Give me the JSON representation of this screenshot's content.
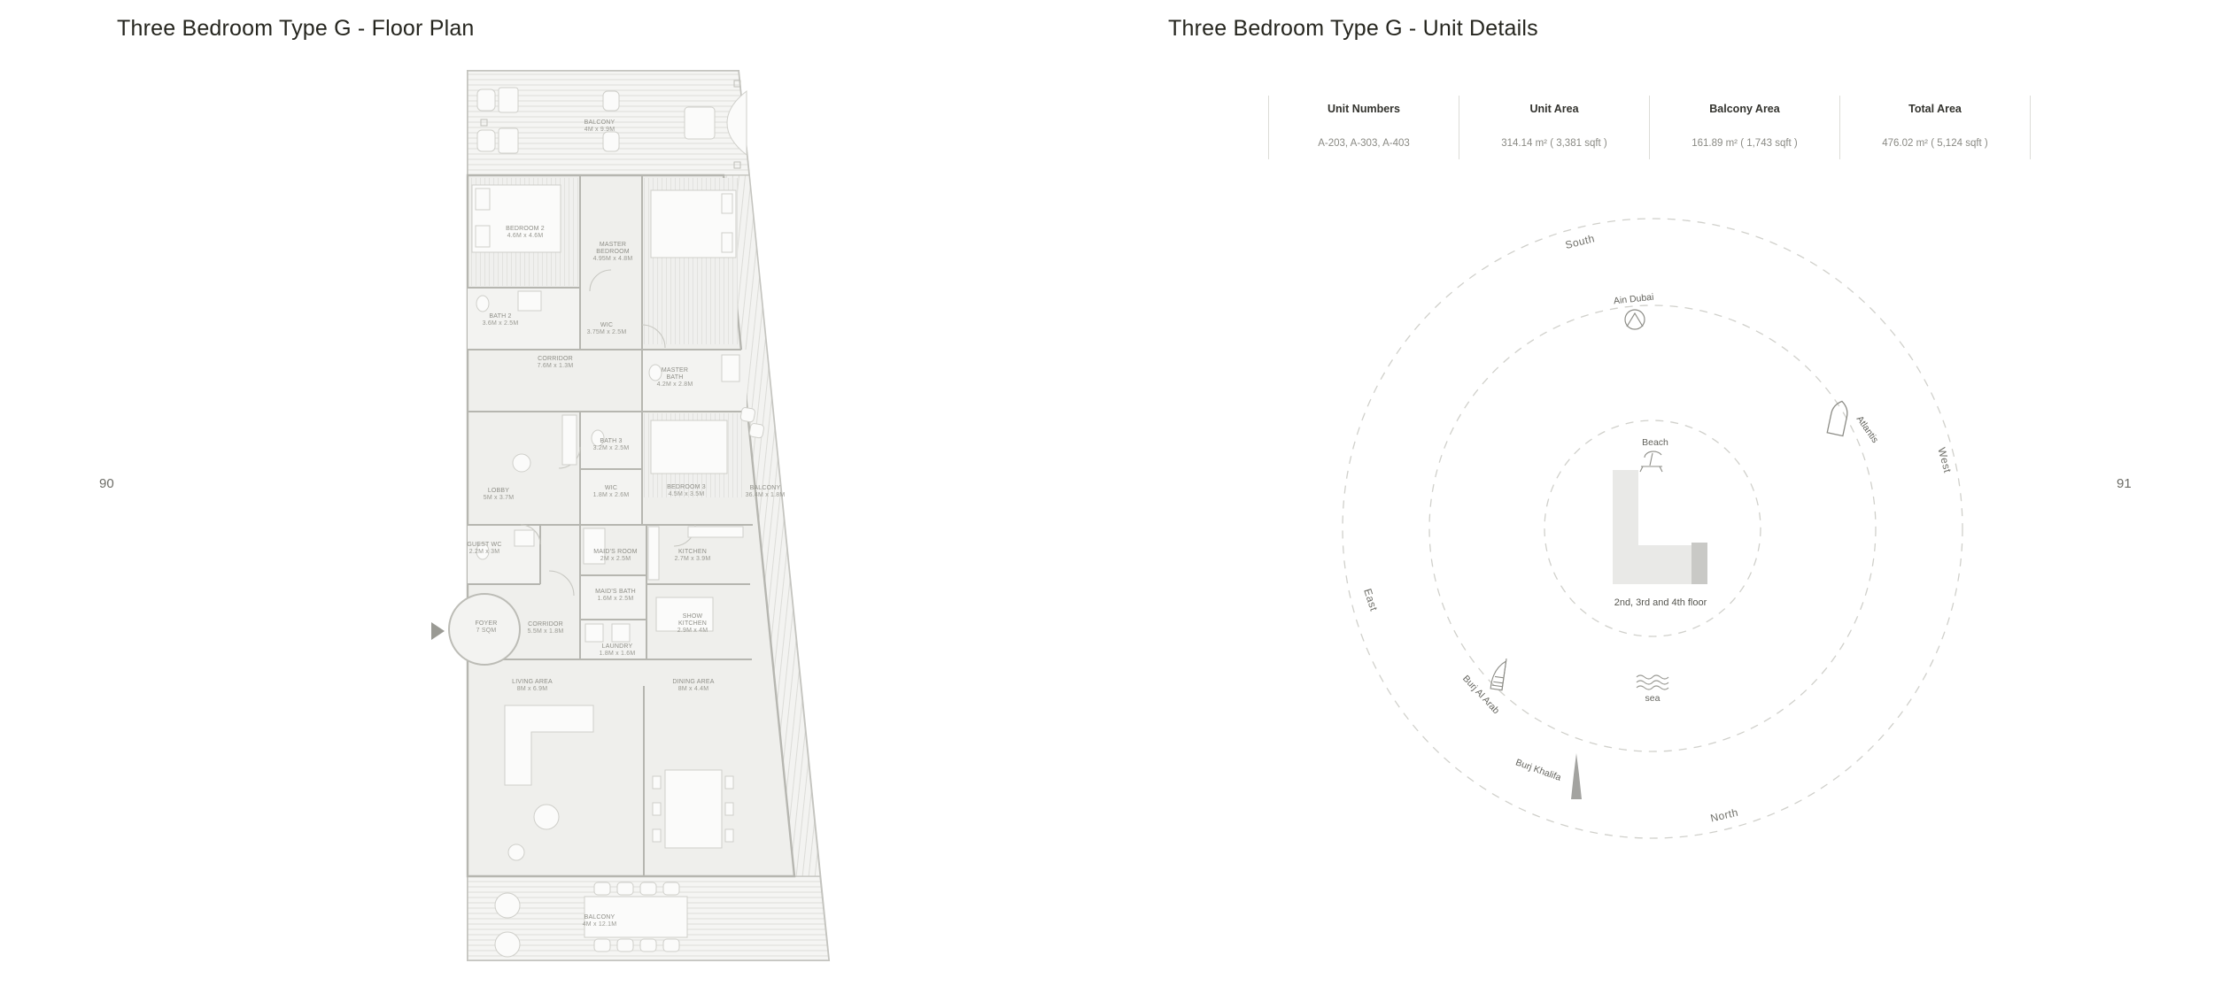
{
  "colors": {
    "title_text": "#26261f",
    "muted_text": "#8a8a84",
    "plan_wall": "#b6b6b0",
    "plan_fill": "#efefec",
    "dashed_ring": "#d0d0cb",
    "highlight_unit": "#c9c9c6"
  },
  "page": {
    "left_number": "90",
    "right_number": "91"
  },
  "left_panel": {
    "title": "Three Bedroom Type G - Floor Plan"
  },
  "right_panel": {
    "title": "Three Bedroom Type G - Unit Details"
  },
  "unit_details_table": {
    "columns": [
      {
        "header": "Unit Numbers",
        "value": "A-203, A-303, A-403"
      },
      {
        "header": "Unit Area",
        "value": "314.14 m² ( 3,381 sqft )"
      },
      {
        "header": "Balcony Area",
        "value": "161.89 m² ( 1,743 sqft )"
      },
      {
        "header": "Total Area",
        "value": "476.02 m² ( 5,124 sqft )"
      }
    ]
  },
  "floorplan": {
    "entry_marker": "entry-arrow-icon",
    "rooms": [
      {
        "name": "BALCONY",
        "dims": "4M x 9.9M"
      },
      {
        "name": "BEDROOM 2",
        "dims": "4.6M x 4.6M"
      },
      {
        "name": "MASTER BEDROOM",
        "dims": "4.95M x 4.8M"
      },
      {
        "name": "BATH 2",
        "dims": "3.6M x 2.5M"
      },
      {
        "name": "WIC",
        "dims": "3.75M x 2.5M"
      },
      {
        "name": "CORRIDOR",
        "dims": "7.6M x 1.3M"
      },
      {
        "name": "MASTER BATH",
        "dims": "4.2M x 2.8M"
      },
      {
        "name": "BATH 3",
        "dims": "3.2M x 2.5M"
      },
      {
        "name": "WIC",
        "dims": "1.8M x 2.6M"
      },
      {
        "name": "BEDROOM 3",
        "dims": "4.5M x 3.5M"
      },
      {
        "name": "BALCONY",
        "dims": "36.4M x 1.8M"
      },
      {
        "name": "LOBBY",
        "dims": "5M x 3.7M"
      },
      {
        "name": "GUEST WC",
        "dims": "2.2M x 3M"
      },
      {
        "name": "MAID'S ROOM",
        "dims": "2M x 2.5M"
      },
      {
        "name": "KITCHEN",
        "dims": "2.7M x 3.9M"
      },
      {
        "name": "MAID'S BATH",
        "dims": "1.6M x 2.5M"
      },
      {
        "name": "FOYER",
        "dims": "7 SQM"
      },
      {
        "name": "CORRIDOR",
        "dims": "5.5M x 1.8M"
      },
      {
        "name": "LAUNDRY",
        "dims": "1.8M x 1.6M"
      },
      {
        "name": "SHOW KITCHEN",
        "dims": "2.9M x 4M"
      },
      {
        "name": "LIVING AREA",
        "dims": "8M x 6.9M"
      },
      {
        "name": "DINING AREA",
        "dims": "8M x 4.4M"
      },
      {
        "name": "BALCONY",
        "dims": "4M x 12.1M"
      }
    ]
  },
  "compass": {
    "directions": {
      "top": "South",
      "right": "West",
      "left": "East",
      "bottom": "North"
    },
    "landmarks": {
      "ain_dubai": {
        "label": "Ain Dubai",
        "icon": "ferris-wheel-icon"
      },
      "atlantis": {
        "label": "Atlantis",
        "icon": "arch-icon"
      },
      "burj_al_arab": {
        "label": "Burj Al Arab",
        "icon": "sail-tower-icon"
      },
      "burj_khalifa": {
        "label": "Burj Khalifa",
        "icon": "spire-tower-icon"
      },
      "beach": {
        "label": "Beach",
        "icon": "beach-umbrella-icon"
      },
      "sea": {
        "label": "sea",
        "icon": "waves-icon"
      }
    },
    "floor_note": "2nd, 3rd and 4th floor"
  }
}
